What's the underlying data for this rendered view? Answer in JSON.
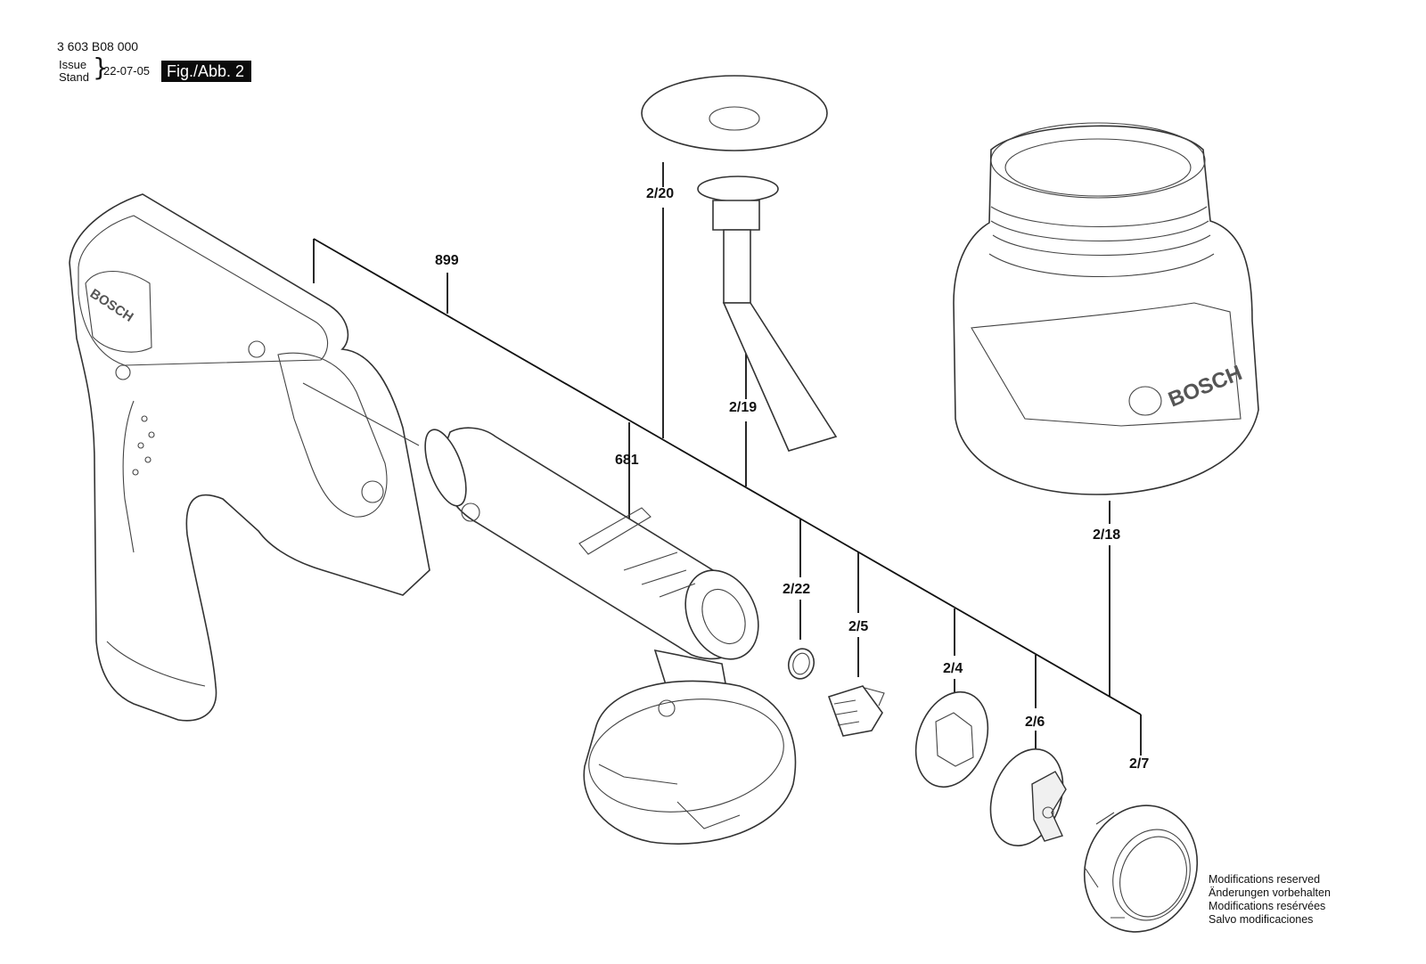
{
  "header": {
    "part_number": "3 603 B08 000",
    "issue_label": "Issue",
    "stand_label": "Stand",
    "date": "22-07-05",
    "figure": "Fig./Abb. 2"
  },
  "callouts": {
    "c899": "899",
    "c681": "681",
    "c2_20": "2/20",
    "c2_19": "2/19",
    "c2_22": "2/22",
    "c2_5": "2/5",
    "c2_4": "2/4",
    "c2_6": "2/6",
    "c2_7": "2/7",
    "c2_18": "2/18"
  },
  "brand": {
    "handle_logo": "BOSCH",
    "container_logo": "BOSCH"
  },
  "notes": [
    "Modifications reserved",
    "Änderungen vorbehalten",
    "Modifications resérvées",
    "Salvo modificaciones"
  ]
}
